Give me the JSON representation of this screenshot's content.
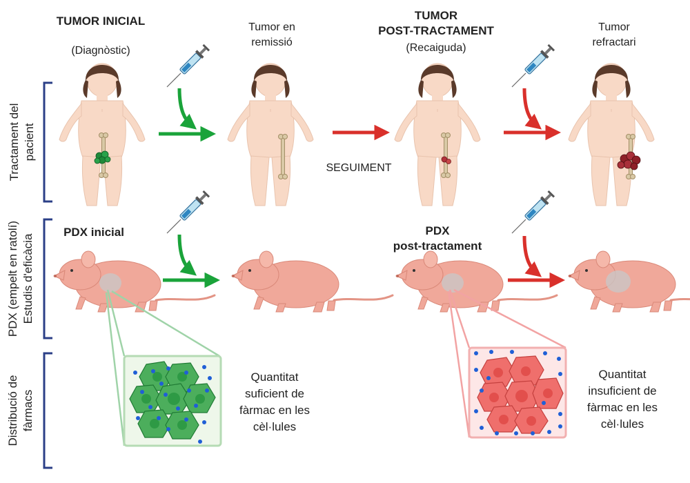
{
  "columns": {
    "c1": {
      "title": "TUMOR INICIAL",
      "subtitle": "(Diagnòstic)"
    },
    "c2": {
      "line1": "Tumor en",
      "line2": "remissió"
    },
    "c3": {
      "line1": "TUMOR",
      "line2": "POST-TRACTAMENT",
      "subtitle": "(Recaiguda)"
    },
    "c4": {
      "line1": "Tumor",
      "line2": "refractari"
    }
  },
  "seguiment": "SEGUIMENT",
  "rows": {
    "patient": {
      "line1": "Tractament del",
      "line2": "pacient"
    },
    "pdx": {
      "line1": "PDX (empelt en ratolí)",
      "line2": "Estudis d'eficàcia"
    },
    "drug": {
      "line1": "Distribució de",
      "line2": "fàrmacs"
    }
  },
  "pdx": {
    "initial": "PDX inicial",
    "post_line1": "PDX",
    "post_line2": "post-tractament"
  },
  "outcomes": {
    "sufficient": {
      "l1": "Quantitat",
      "l2": "suficient de",
      "l3": "fàrmac en les",
      "l4": "cèl·lules"
    },
    "insufficient": {
      "l1": "Quantitat",
      "l2": "insuficient de",
      "l3": "fàrmac en les",
      "l4": "cèl·lules"
    }
  },
  "colors": {
    "response": "#1aa33a",
    "resistance": "#d9302b",
    "bracket": "#2b3f87",
    "skin": "#f8d9c6",
    "hair": "#5a3a2a",
    "mouse": "#f0a89a",
    "green_cell": "#4cae5c",
    "red_cell": "#ef6f6c",
    "drug_dot": "#1f5fd6"
  },
  "icons": [
    "syringe-icon",
    "child-figure-icon",
    "mouse-icon",
    "tumor-icon",
    "cell-cluster-icon"
  ]
}
